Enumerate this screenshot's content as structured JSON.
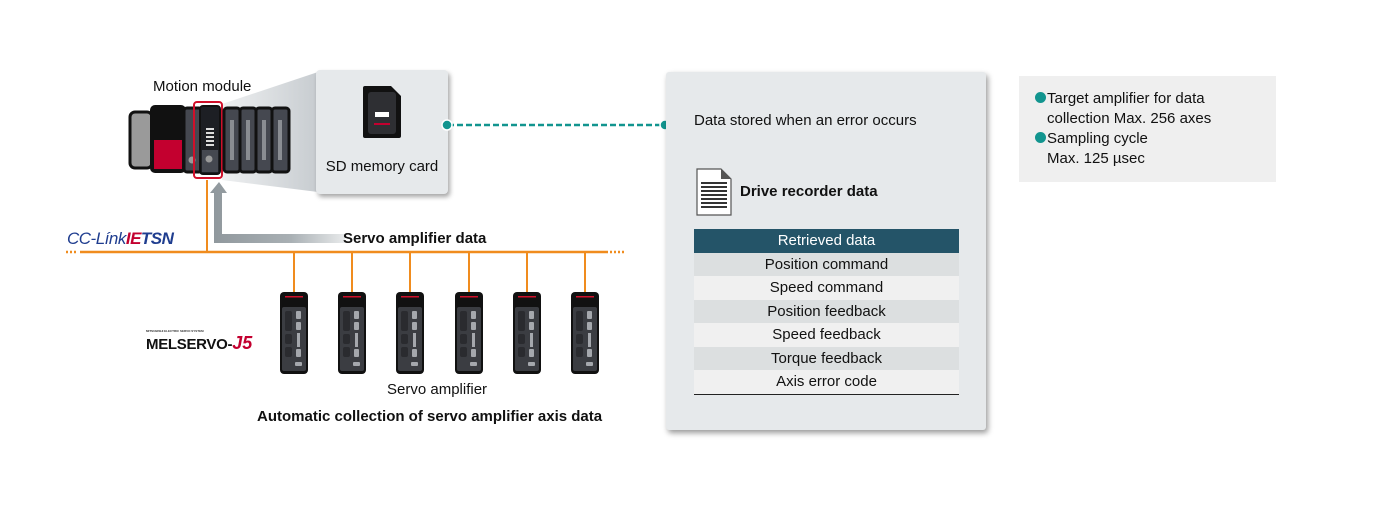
{
  "motion_module": {
    "label": "Motion module"
  },
  "sd_card": {
    "label": "SD memory card",
    "icon": "sd-card-icon"
  },
  "network": {
    "logo_prefix": "CC-Línk",
    "logo_ie": "IE",
    "logo_tsn": "TSN",
    "cable_color": "#f08c1e"
  },
  "servo_data_arrow": {
    "label": "Servo amplifier data"
  },
  "servo_brand": {
    "tagline": "MITSUBISHI ELECTRIC SERVO SYSTEM",
    "name": "MELSERVO-",
    "suffix": "J5"
  },
  "servo_amplifiers": {
    "count": 6,
    "label": "Servo amplifier",
    "caption": "Automatic collection of servo amplifier axis data"
  },
  "drive_recorder": {
    "stored_text": "Data stored when an error occurs",
    "title": "Drive recorder data",
    "doc_icon": "document-icon",
    "table_header": "Retrieved data",
    "rows": [
      "Position command",
      "Speed command",
      "Position feedback",
      "Speed feedback",
      "Torque feedback",
      "Axis error code"
    ]
  },
  "specs": {
    "bullet_color": "#12958f",
    "items": [
      {
        "line1": "Target amplifier for data",
        "line2": "collection Max. 256 axes"
      },
      {
        "line1": "Sampling cycle",
        "line2": "Max. 125 µsec"
      }
    ]
  },
  "colors": {
    "accent_teal": "#12958f",
    "header_navy": "#245468",
    "brand_red": "#c3002f",
    "logo_blue": "#1f3d8f"
  }
}
